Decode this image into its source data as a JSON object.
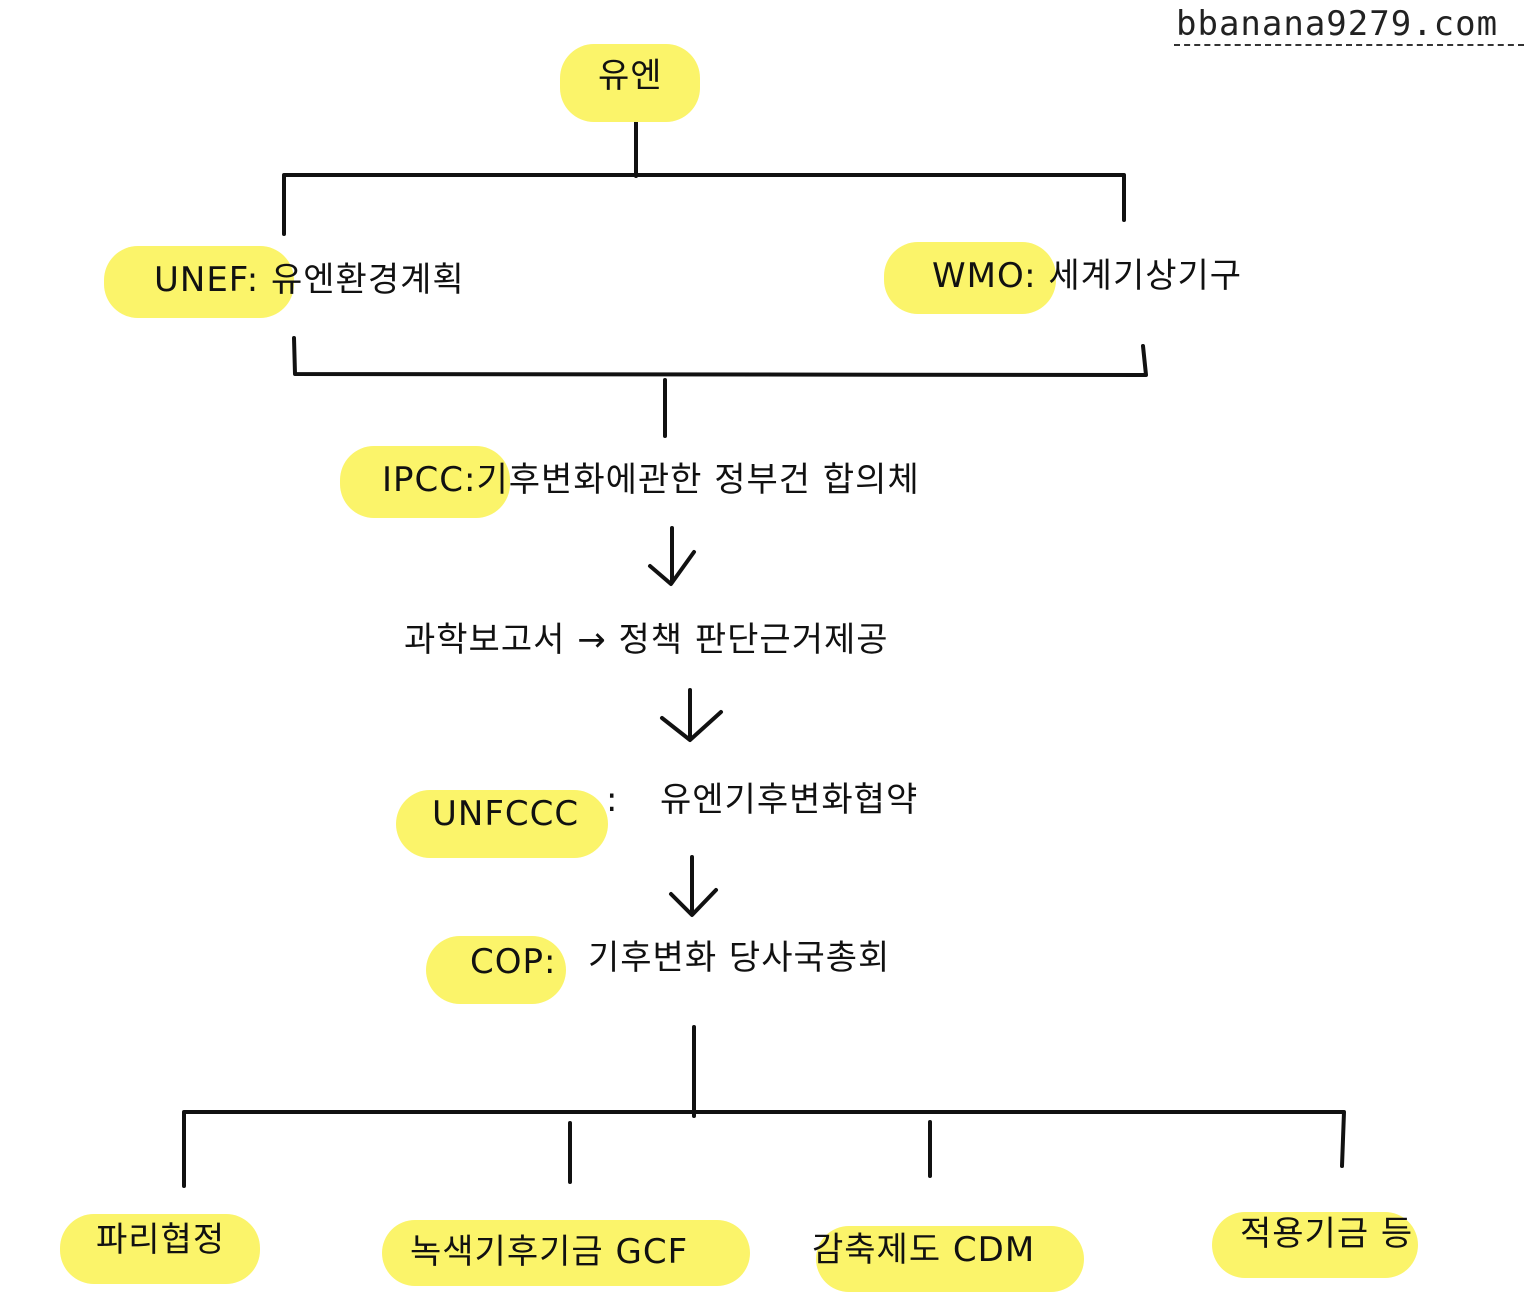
{
  "watermark": "bbanana9279.com",
  "colors": {
    "highlight": "#fbf46a",
    "ink": "#111111"
  },
  "nodes": {
    "un": "유엔",
    "unef": {
      "abbr": "UNEF",
      "sep": ":",
      "name": "유엔환경계획"
    },
    "wmo": {
      "abbr": "WMO",
      "sep": ":",
      "name": "세계기상기구"
    },
    "ipcc": {
      "abbr": "IPCC",
      "sep": ":",
      "name": "기후변화에관한 정부건 합의체"
    },
    "report": "과학보고서 → 정책 판단근거제공",
    "unfccc": {
      "abbr": "UNFCCC",
      "sep": ":",
      "name": "유엔기후변화협약"
    },
    "cop": {
      "abbr": "COP",
      "sep": ":",
      "name": "기후변화 당사국총회"
    },
    "outcomes": [
      "파리협정",
      "녹색기후기금 GCF",
      "감축제도 CDM",
      "적용기금 등"
    ]
  }
}
